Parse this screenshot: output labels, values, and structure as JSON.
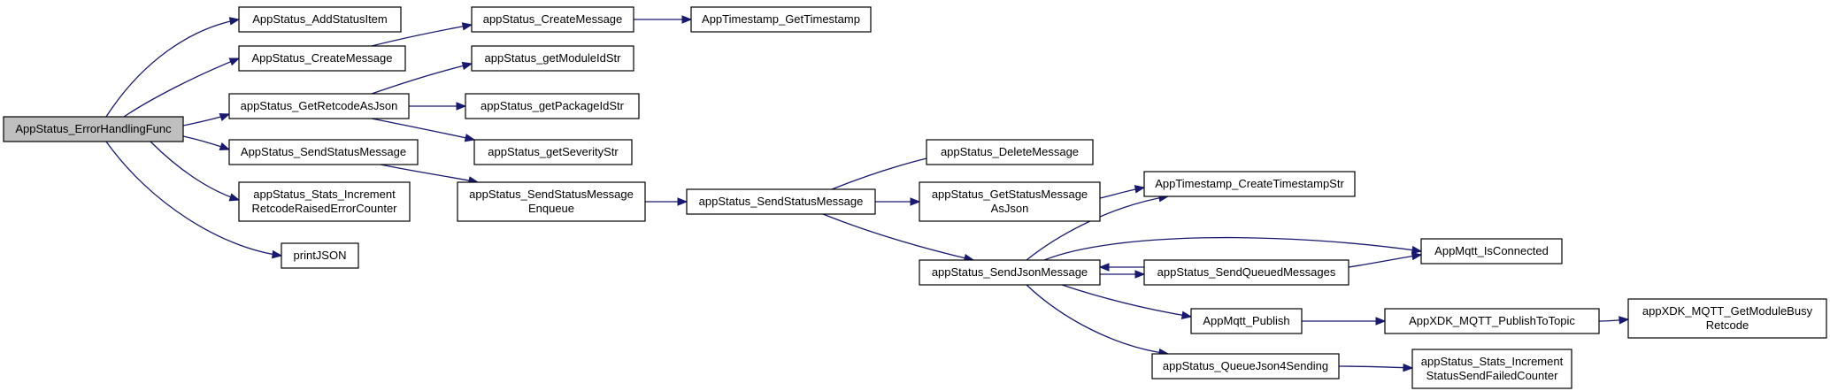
{
  "colors": {
    "edge": "#191970",
    "node_border": "#000000",
    "node_fill": "#ffffff",
    "root_fill": "#bfbfbf"
  },
  "nodes": [
    {
      "id": "n0",
      "lines": [
        "AppStatus_ErrorHandlingFunc"
      ],
      "root": true
    },
    {
      "id": "n1",
      "lines": [
        "AppStatus_AddStatusItem"
      ]
    },
    {
      "id": "n2",
      "lines": [
        "AppStatus_CreateMessage"
      ]
    },
    {
      "id": "n3",
      "lines": [
        "appStatus_GetRetcodeAsJson"
      ]
    },
    {
      "id": "n4",
      "lines": [
        "AppStatus_SendStatusMessage"
      ]
    },
    {
      "id": "n5",
      "lines": [
        "appStatus_Stats_Increment",
        "RetcodeRaisedErrorCounter"
      ]
    },
    {
      "id": "n6",
      "lines": [
        "printJSON"
      ]
    },
    {
      "id": "n7",
      "lines": [
        "appStatus_CreateMessage"
      ]
    },
    {
      "id": "n8",
      "lines": [
        "AppTimestamp_GetTimestamp"
      ]
    },
    {
      "id": "n9",
      "lines": [
        "appStatus_getModuleIdStr"
      ]
    },
    {
      "id": "n10",
      "lines": [
        "appStatus_getPackageIdStr"
      ]
    },
    {
      "id": "n11",
      "lines": [
        "appStatus_getSeverityStr"
      ]
    },
    {
      "id": "n12",
      "lines": [
        "appStatus_SendStatusMessage",
        "Enqueue"
      ]
    },
    {
      "id": "n13",
      "lines": [
        "appStatus_SendStatusMessage"
      ]
    },
    {
      "id": "n14",
      "lines": [
        "appStatus_DeleteMessage"
      ]
    },
    {
      "id": "n15",
      "lines": [
        "appStatus_GetStatusMessage",
        "AsJson"
      ]
    },
    {
      "id": "n16",
      "lines": [
        "appStatus_SendJsonMessage"
      ]
    },
    {
      "id": "n17",
      "lines": [
        "AppTimestamp_CreateTimestampStr"
      ]
    },
    {
      "id": "n18",
      "lines": [
        "appStatus_SendQueuedMessages"
      ]
    },
    {
      "id": "n19",
      "lines": [
        "AppMqtt_IsConnected"
      ]
    },
    {
      "id": "n20",
      "lines": [
        "AppMqtt_Publish"
      ]
    },
    {
      "id": "n21",
      "lines": [
        "appStatus_QueueJson4Sending"
      ]
    },
    {
      "id": "n22",
      "lines": [
        "AppXDK_MQTT_PublishToTopic"
      ]
    },
    {
      "id": "n23",
      "lines": [
        "appXDK_MQTT_GetModuleBusy",
        "Retcode"
      ]
    },
    {
      "id": "n24",
      "lines": [
        "appStatus_Stats_Increment",
        "StatusSendFailedCounter"
      ]
    }
  ],
  "edges": [
    [
      "n0",
      "n1"
    ],
    [
      "n0",
      "n2"
    ],
    [
      "n0",
      "n3"
    ],
    [
      "n0",
      "n4"
    ],
    [
      "n0",
      "n5"
    ],
    [
      "n0",
      "n6"
    ],
    [
      "n2",
      "n7"
    ],
    [
      "n7",
      "n8"
    ],
    [
      "n3",
      "n9"
    ],
    [
      "n3",
      "n10"
    ],
    [
      "n3",
      "n11"
    ],
    [
      "n4",
      "n12"
    ],
    [
      "n12",
      "n13"
    ],
    [
      "n13",
      "n14"
    ],
    [
      "n13",
      "n15"
    ],
    [
      "n13",
      "n16"
    ],
    [
      "n15",
      "n17"
    ],
    [
      "n16",
      "n17"
    ],
    [
      "n16",
      "n19"
    ],
    [
      "n16",
      "n18"
    ],
    [
      "n16",
      "n20"
    ],
    [
      "n16",
      "n21"
    ],
    [
      "n18",
      "n16"
    ],
    [
      "n18",
      "n19"
    ],
    [
      "n20",
      "n22"
    ],
    [
      "n22",
      "n23"
    ],
    [
      "n21",
      "n24"
    ]
  ]
}
